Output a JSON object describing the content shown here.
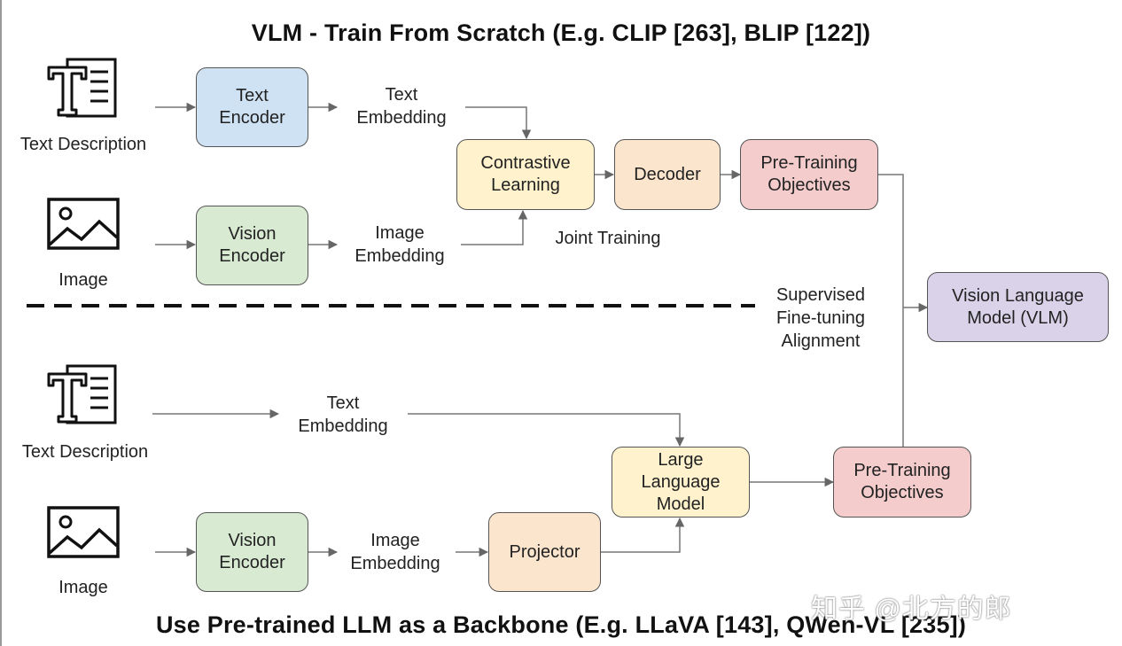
{
  "top_title": "VLM - Train From Scratch (E.g. CLIP [263], BLIP [122])",
  "bottom_title": "Use Pre-trained LLM as a Backbone (E.g. LLaVA [143], QWen-VL [235])",
  "top": {
    "text_description": "Text Description",
    "image": "Image",
    "text_encoder": "Text\nEncoder",
    "vision_encoder": "Vision\nEncoder",
    "text_embedding": "Text\nEmbedding",
    "image_embedding": "Image\nEmbedding",
    "contrastive_learning": "Contrastive\nLearning",
    "decoder": "Decoder",
    "pretraining_objectives": "Pre-Training\nObjectives",
    "joint_training": "Joint Training"
  },
  "middle": {
    "sft_label": "Supervised\nFine-tuning\nAlignment",
    "vlm": "Vision Language\nModel (VLM)"
  },
  "bottom": {
    "text_description": "Text Description",
    "image": "Image",
    "text_embedding": "Text\nEmbedding",
    "vision_encoder": "Vision\nEncoder",
    "image_embedding": "Image\nEmbedding",
    "projector": "Projector",
    "llm": "Large\nLanguage\nModel",
    "pretraining_objectives": "Pre-Training\nObjectives"
  },
  "watermark": "知乎 @北方的郎",
  "colors": {
    "text_encoder": "#cfe2f3",
    "vision_encoder": "#d9ead3",
    "contrastive": "#fff2cc",
    "decoder": "#fce5cd",
    "objectives": "#f4cccc",
    "vlm": "#d9d2e9"
  }
}
